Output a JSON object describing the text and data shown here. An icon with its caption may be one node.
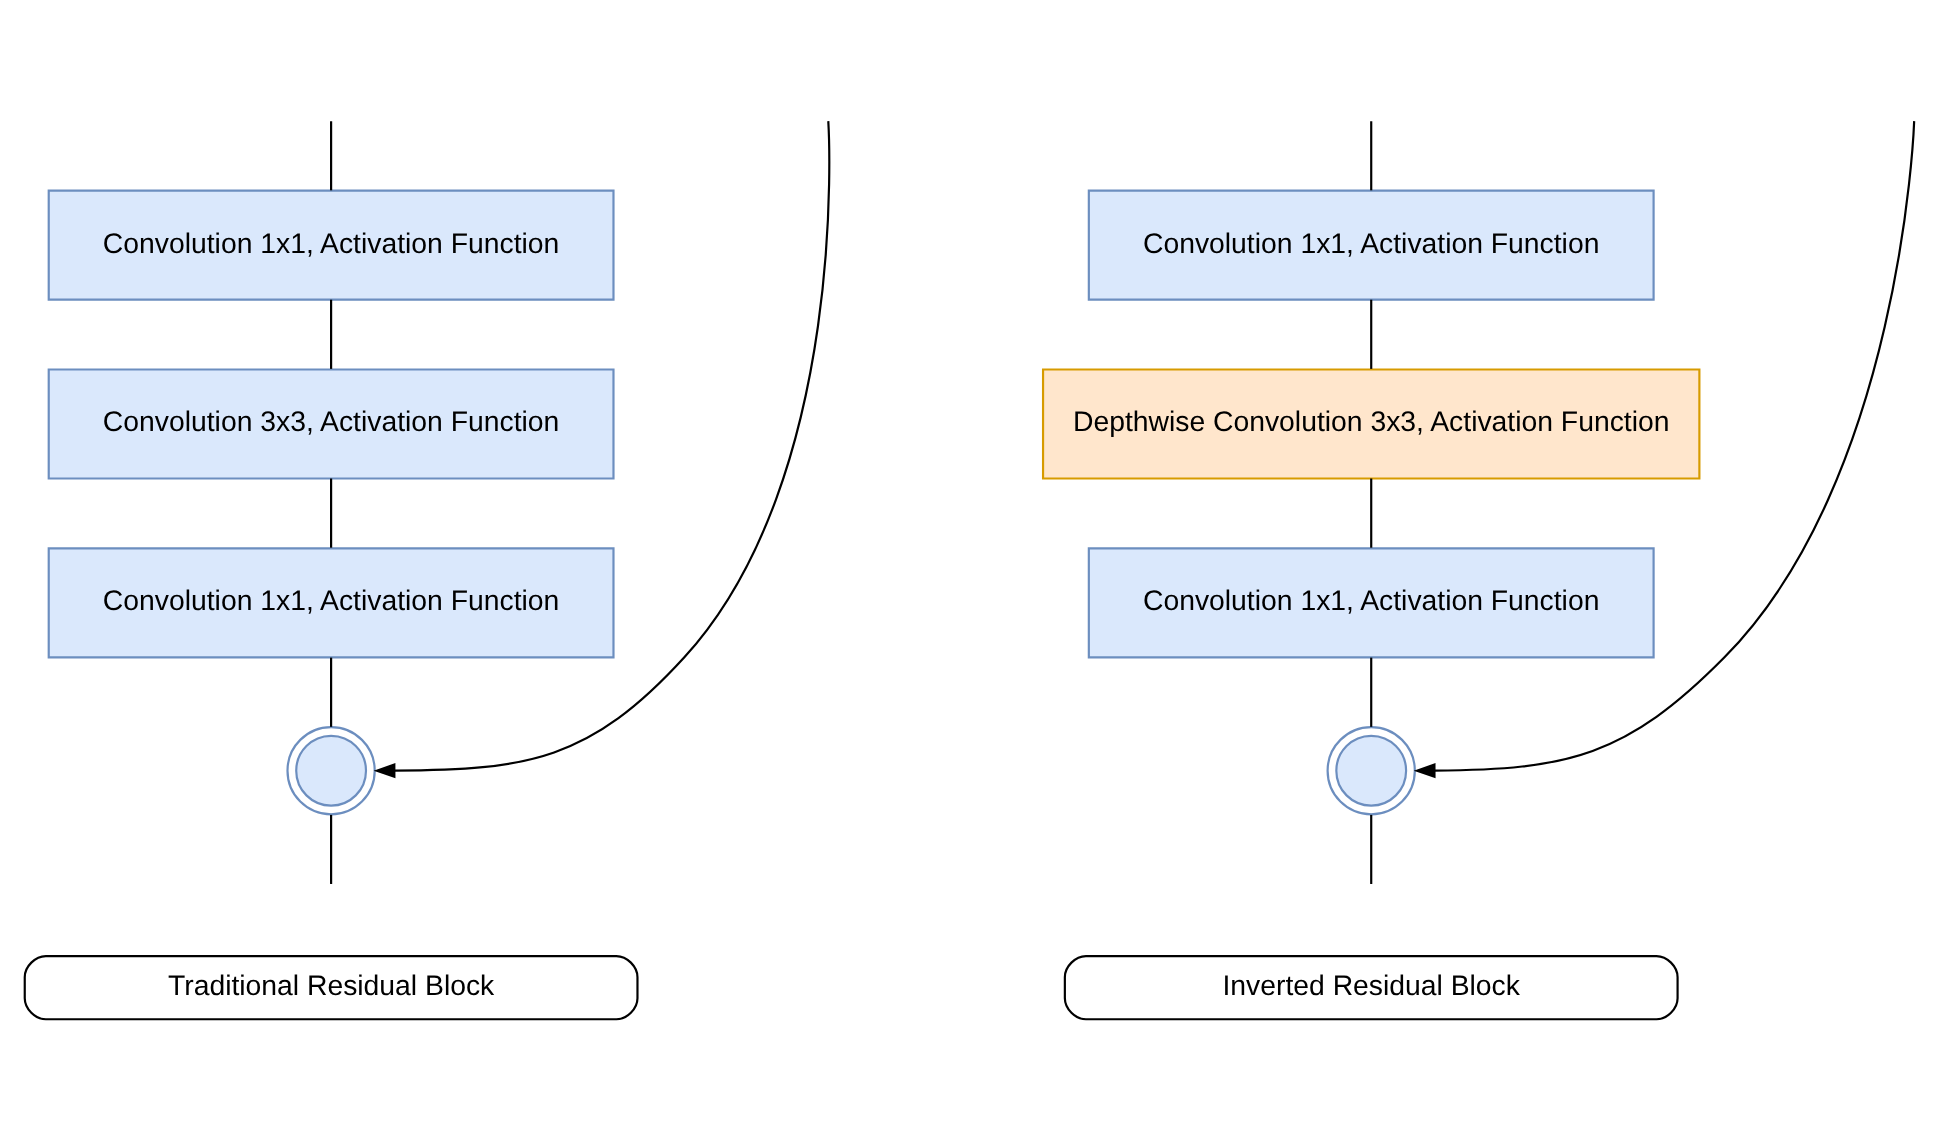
{
  "diagram": {
    "nodes": [
      {
        "text": [
          "Convolution 1x1, Activation Function"
        ]
      },
      {
        "text": [
          "Convolution 3x3, Activation Function"
        ]
      },
      {
        "text": [
          "Convolution 1x1, Activation Function"
        ]
      },
      {
        "text": [],
        "shape": "circle"
      },
      {
        "text": [
          "Traditional Residual Block"
        ]
      },
      {
        "text": [
          "Convolution 1x1, Activation Function"
        ]
      },
      {
        "text": [
          "Depthwise Convolution 3x3, Activation Function"
        ]
      },
      {
        "text": [
          "Convolution 1x1, Activation Function"
        ]
      },
      {
        "text": [],
        "shape": "circle"
      },
      {
        "text": [
          "Inverted Residual Block"
        ]
      }
    ],
    "edges": [
      {
        "from": null,
        "to": 0,
        "arrow": "none"
      },
      {
        "from": 0,
        "to": 1,
        "arrow": "none"
      },
      {
        "from": 1,
        "to": 2,
        "arrow": "none"
      },
      {
        "from": 2,
        "to": 3,
        "arrow": "none"
      },
      {
        "from": null,
        "to": 3,
        "arrow": "to"
      },
      {
        "from": 3,
        "to": null,
        "arrow": "none"
      },
      {
        "from": null,
        "to": 5,
        "arrow": "none"
      },
      {
        "from": 5,
        "to": 6,
        "arrow": "none"
      },
      {
        "from": 6,
        "to": 7,
        "arrow": "none"
      },
      {
        "from": 7,
        "to": 8,
        "arrow": "none"
      },
      {
        "from": null,
        "to": 8,
        "arrow": "to"
      },
      {
        "from": 8,
        "to": null,
        "arrow": "none"
      }
    ]
  }
}
